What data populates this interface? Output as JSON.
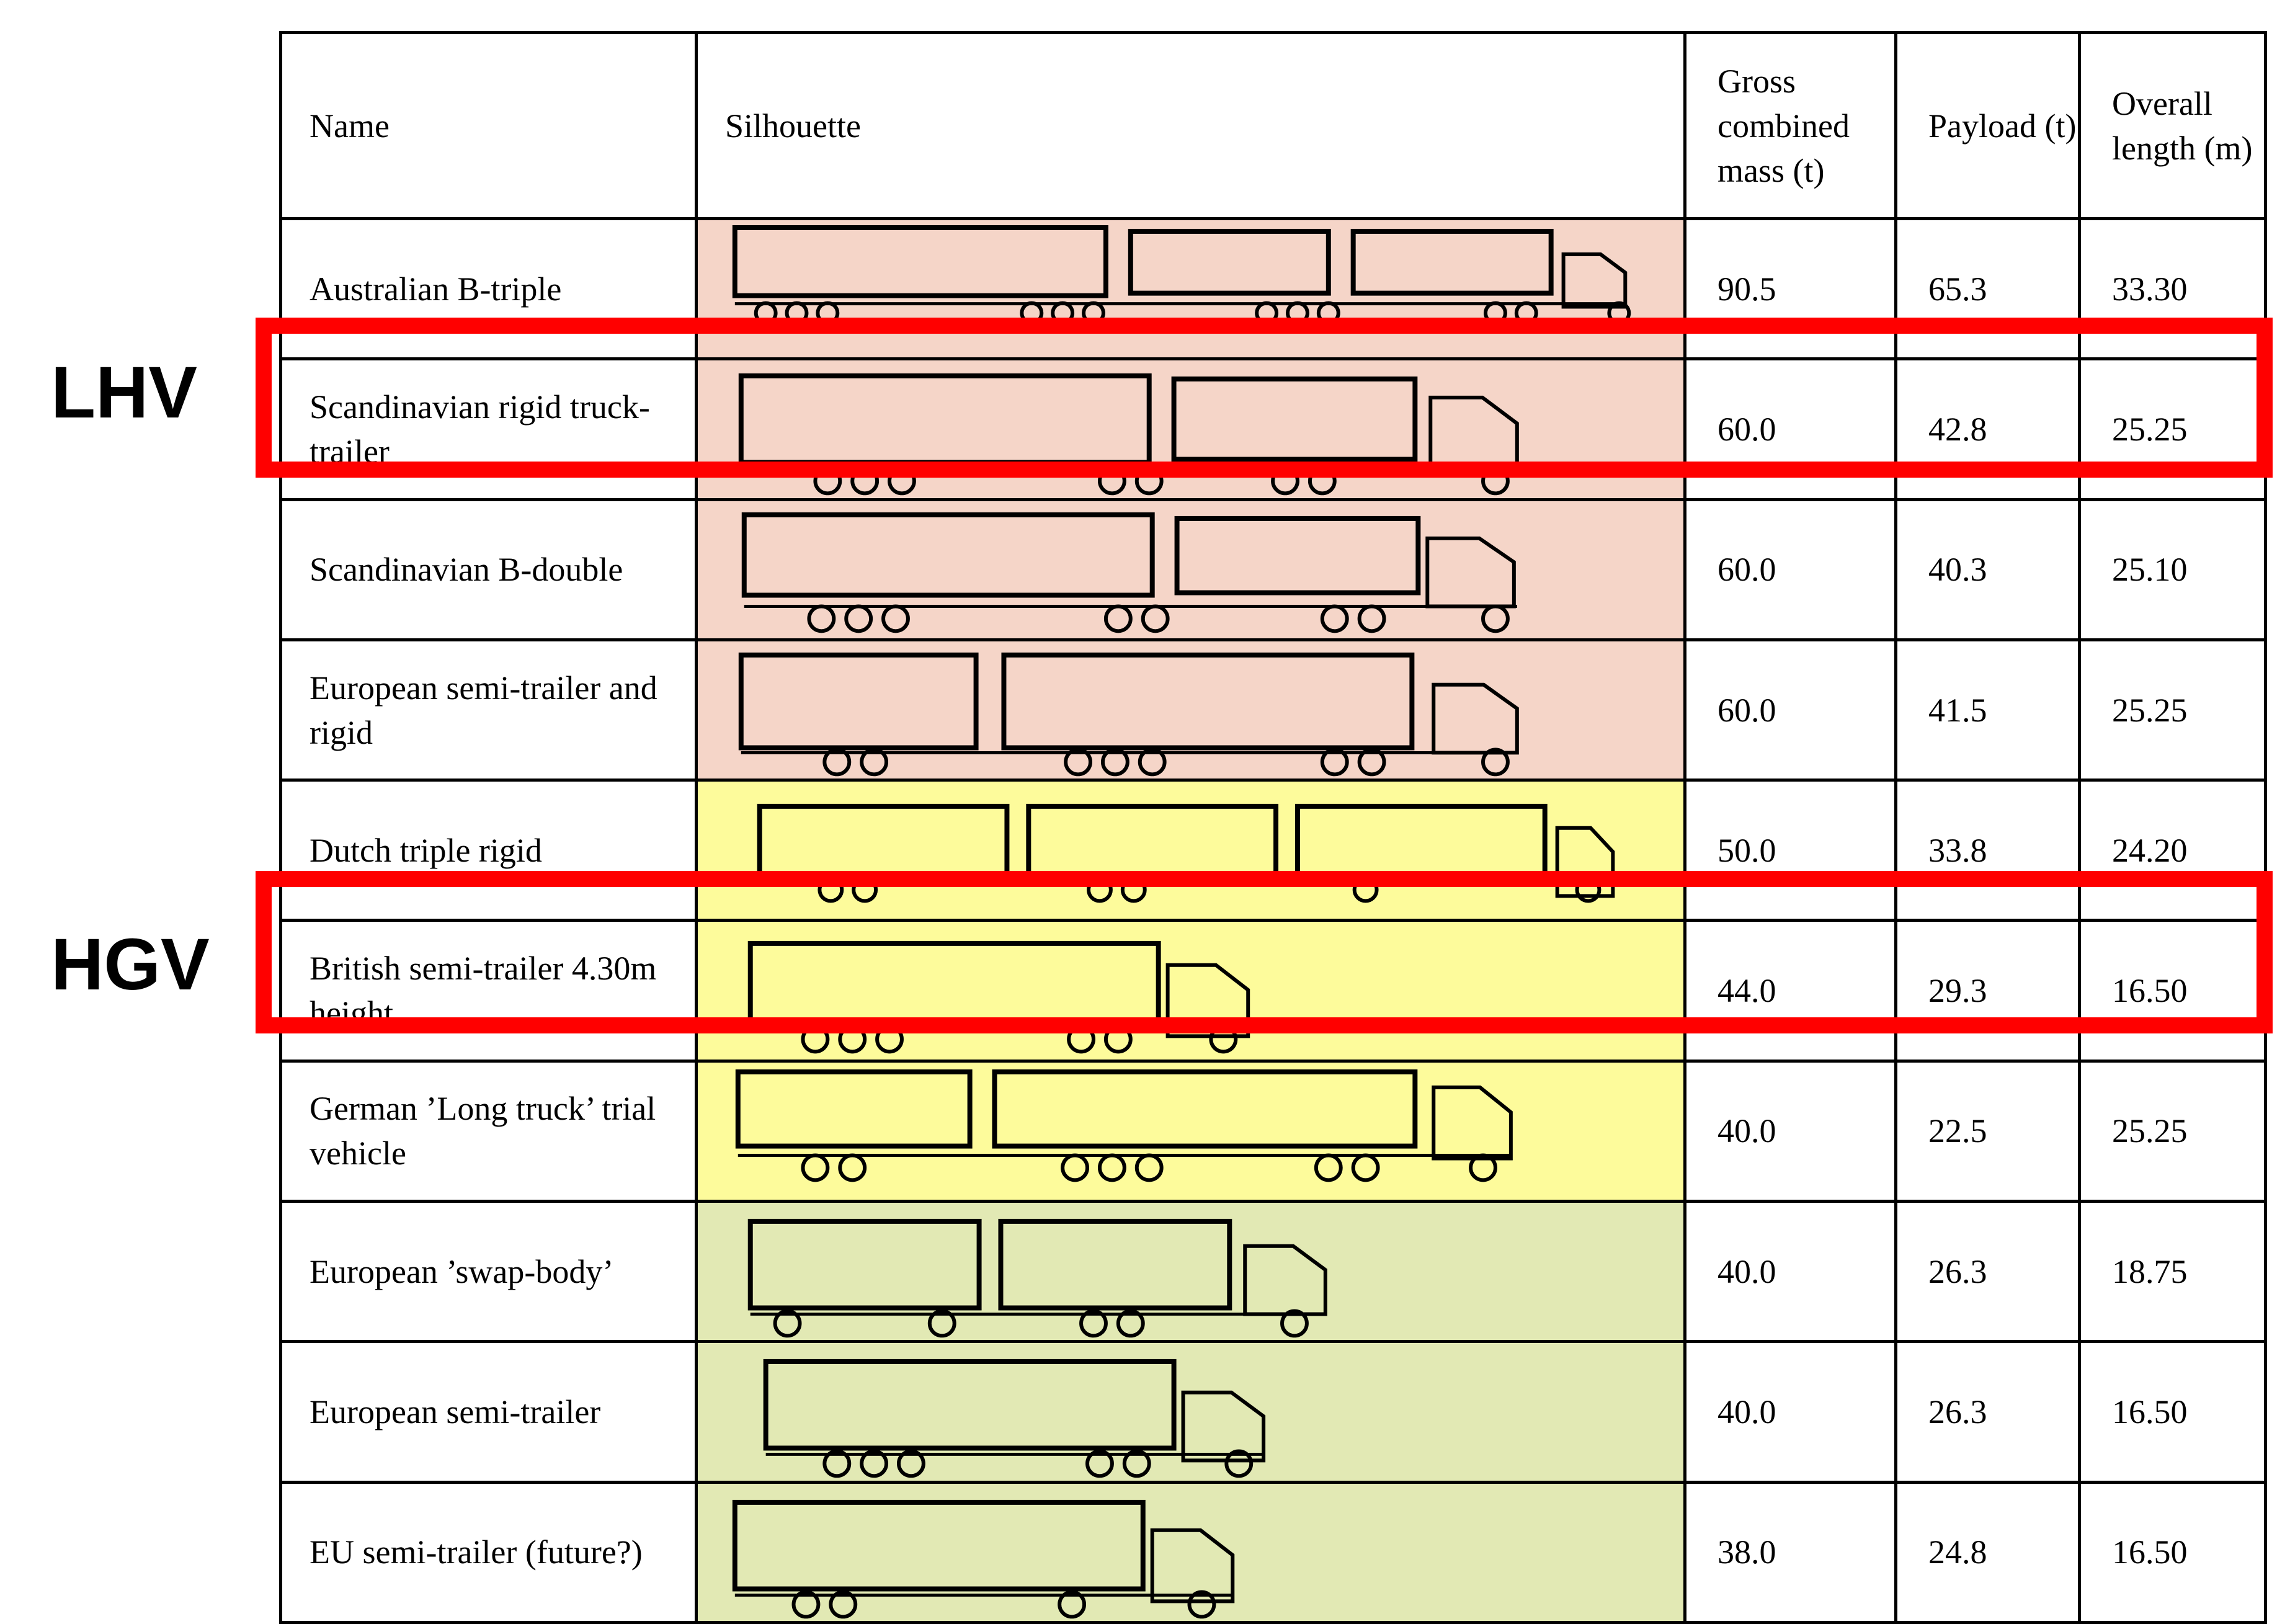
{
  "columns": {
    "name": "Name",
    "silhouette": "Silhouette",
    "gcm": "Gross combined mass (t)",
    "payload": "Payload (t)",
    "length": "Overall length (m)"
  },
  "colors": {
    "pink": "#f5d5c8",
    "yellow": "#fdfb9b",
    "green": "#e2e9b4",
    "highlight": "#ff0000"
  },
  "rows": [
    {
      "name": "Australian B-triple",
      "gcm": "90.5",
      "payload": "65.3",
      "length": "33.30",
      "band": "pink",
      "silhouette": "b-triple-icon"
    },
    {
      "name": "Scandinavian  rigid truck-trailer",
      "gcm": "60.0",
      "payload": "42.8",
      "length": "25.25",
      "band": "pink",
      "silhouette": "rigid-truck-trailer-icon"
    },
    {
      "name": "Scandinavian  B-double",
      "gcm": "60.0",
      "payload": "40.3",
      "length": "25.10",
      "band": "pink",
      "silhouette": "b-double-icon"
    },
    {
      "name": "European semi-trailer and rigid",
      "gcm": "60.0",
      "payload": "41.5",
      "length": "25.25",
      "band": "pink",
      "silhouette": "semi-and-rigid-icon"
    },
    {
      "name": "Dutch triple rigid",
      "gcm": "50.0",
      "payload": "33.8",
      "length": "24.20",
      "band": "yellow",
      "silhouette": "triple-rigid-icon"
    },
    {
      "name": "British semi-trailer 4.30m height",
      "gcm": "44.0",
      "payload": "29.3",
      "length": "16.50",
      "band": "yellow",
      "silhouette": "british-semi-trailer-icon"
    },
    {
      "name": "German ’Long truck’ trial vehicle",
      "gcm": "40.0",
      "payload": "22.5",
      "length": "25.25",
      "band": "yellow",
      "silhouette": "long-truck-icon"
    },
    {
      "name": "European ’swap-body’",
      "gcm": "40.0",
      "payload": "26.3",
      "length": "18.75",
      "band": "green",
      "silhouette": "swap-body-icon"
    },
    {
      "name": "European semi-trailer",
      "gcm": "40.0",
      "payload": "26.3",
      "length": "16.50",
      "band": "green",
      "silhouette": "semi-trailer-icon"
    },
    {
      "name": "EU semi-trailer (future?)",
      "gcm": "38.0",
      "payload": "24.8",
      "length": "16.50",
      "band": "green",
      "silhouette": "future-semi-trailer-icon"
    }
  ],
  "labels": {
    "lhv": "LHV",
    "hgv": "HGV"
  }
}
